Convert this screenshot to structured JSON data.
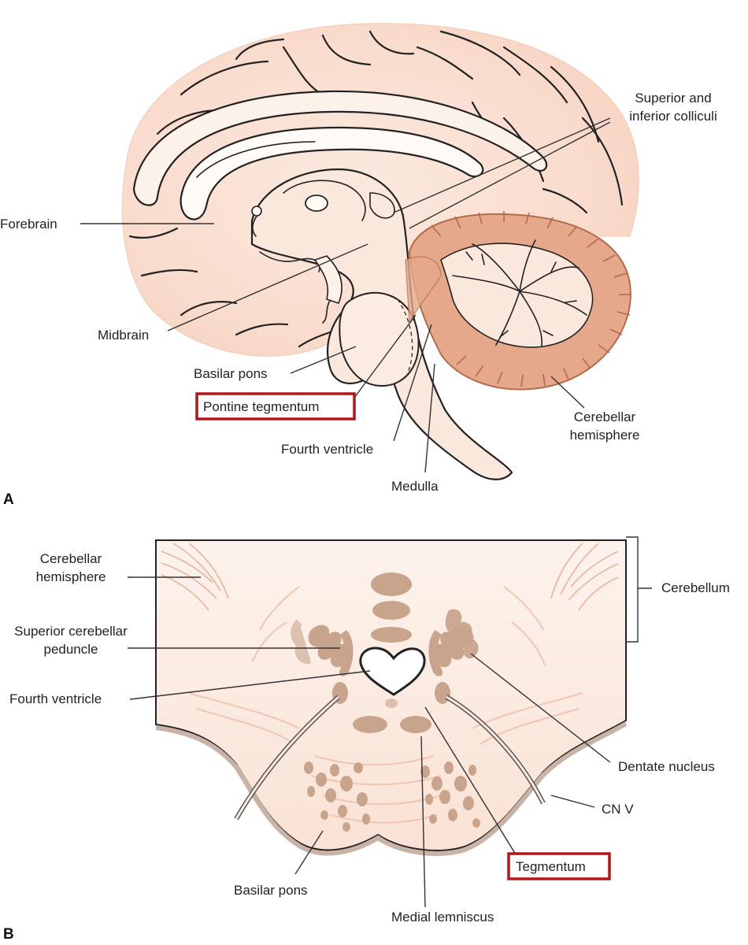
{
  "colors": {
    "tissue_light": "#fbe9df",
    "tissue_wash": "#f7d3c1",
    "cerebellum": "#e6a88b",
    "cerebellum_dark": "#b36c4b",
    "nucleus": "#c9a48c",
    "highlight_box": "#b3151b"
  },
  "panel_a": {
    "letter": "A",
    "labels": {
      "colliculi_1": "Superior and",
      "colliculi_2": "inferior colliculi",
      "forebrain": "Forebrain",
      "midbrain": "Midbrain",
      "basilar_pons": "Basilar pons",
      "pontine_tegmentum": "Pontine tegmentum",
      "fourth_ventricle": "Fourth ventricle",
      "medulla": "Medulla",
      "cerebellar_hemisphere_1": "Cerebellar",
      "cerebellar_hemisphere_2": "hemisphere"
    }
  },
  "panel_b": {
    "letter": "B",
    "labels": {
      "cerebellar_hemisphere_1": "Cerebellar",
      "cerebellar_hemisphere_2": "hemisphere",
      "cerebellum": "Cerebellum",
      "superior_cerebellar_peduncle_1": "Superior cerebellar",
      "superior_cerebellar_peduncle_2": "peduncle",
      "fourth_ventricle": "Fourth ventricle",
      "dentate_nucleus": "Dentate nucleus",
      "cn_v": "CN V",
      "tegmentum": "Tegmentum",
      "basilar_pons": "Basilar pons",
      "medial_lemniscus": "Medial lemniscus"
    }
  }
}
